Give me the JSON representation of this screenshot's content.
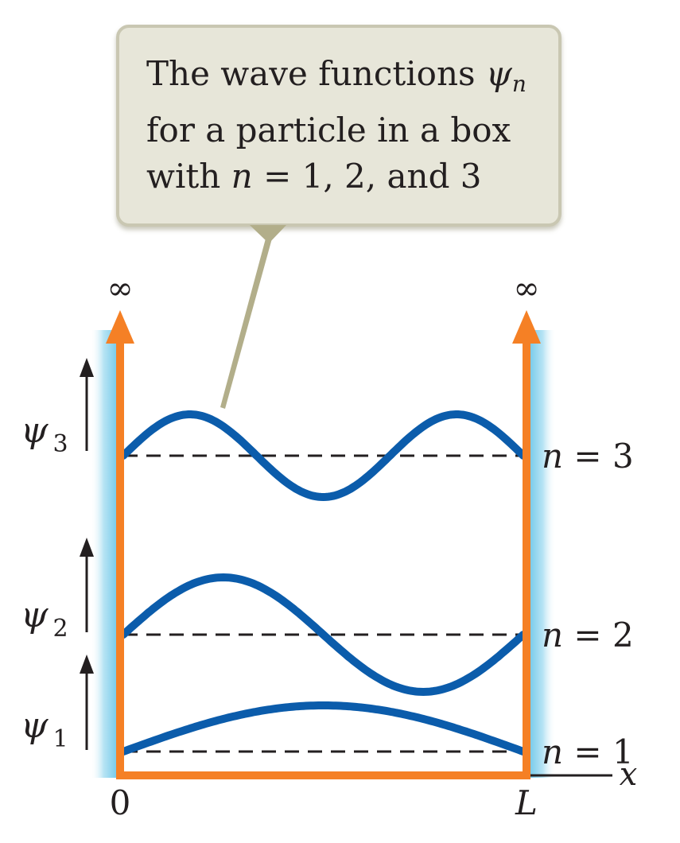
{
  "callout": {
    "line1_pre": "The wave functions ",
    "line1_psi": "ψ",
    "line1_sub": "n",
    "line2": "for a particle in a box",
    "line3_pre": "with ",
    "line3_n": "n",
    "line3_post": " = 1, 2, and 3"
  },
  "walls": {
    "left_label": "∞",
    "right_label": "∞"
  },
  "axis": {
    "origin_label": "0",
    "end_label": "L",
    "x_label": "x"
  },
  "states": [
    {
      "n": 1,
      "psi_symbol": "ψ",
      "psi_sub": "1",
      "level_label_var": "n",
      "level_label_rest": " = 1"
    },
    {
      "n": 2,
      "psi_symbol": "ψ",
      "psi_sub": "2",
      "level_label_var": "n",
      "level_label_rest": " = 2"
    },
    {
      "n": 3,
      "psi_symbol": "ψ",
      "psi_sub": "3",
      "level_label_var": "n",
      "level_label_rest": " = 3"
    }
  ],
  "colors": {
    "wall": "#f58025",
    "wave": "#0b5cab",
    "glow": "#8fd3ec",
    "callout_fill": "#e7e6d9",
    "callout_border": "#c6c4ad",
    "pointer": "#b2ae8a",
    "baseline": "#231f20"
  }
}
